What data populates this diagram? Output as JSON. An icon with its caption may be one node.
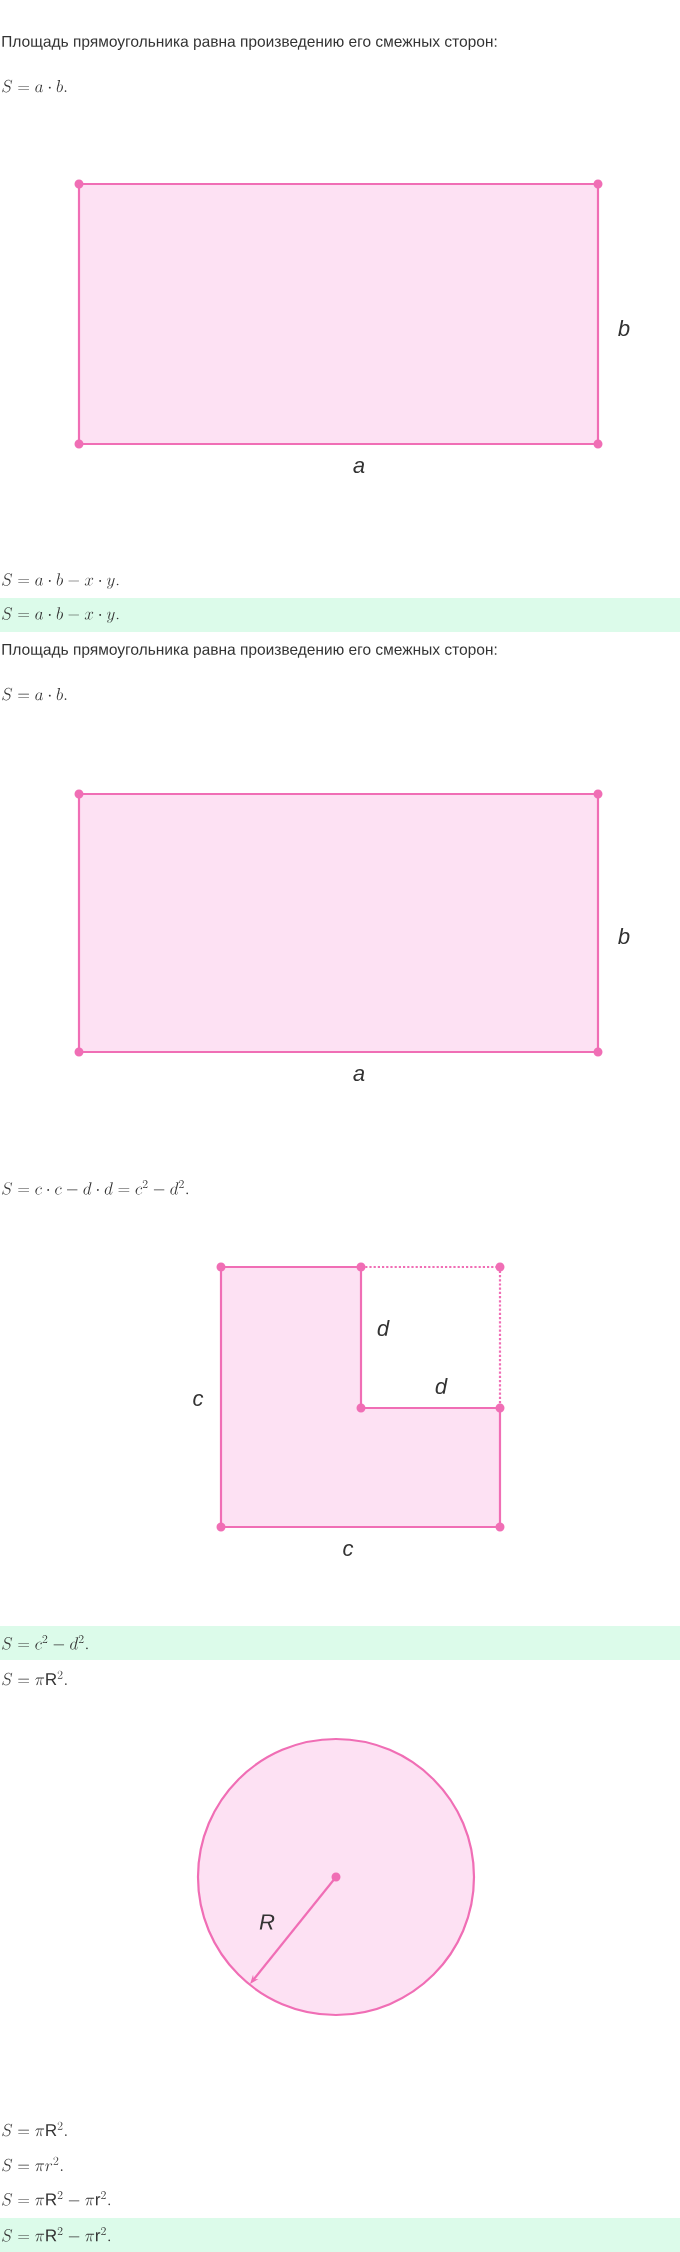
{
  "diagram": {
    "labels": [
      "Площадь прямоугольника равна произведению его смежных сторон:",
      "S = a \\cdot b.",
      "b",
      "a",
      "S = a \\cdot b - x \\cdot y.",
      "S = a \\cdot b - x \\cdot y.",
      "Площадь прямоугольника равна произведению его смежных сторон:",
      "S = a \\cdot b.",
      "b",
      "a",
      "S = c \\cdot c - d \\cdot d = c^{2} - d^{2}.",
      "d",
      "d",
      "c",
      "c",
      "S = c^{2} - d^{2}.",
      "S = \\pi \\mathrm{R}^{2}.",
      "R",
      "S = \\pi \\mathrm{R}^{2}.",
      "S = \\pi r^{2}.",
      "S = \\pi \\mathrm{R}^{2} - \\pi \\mathrm{r}^{2}.",
      "S = \\pi \\mathrm{R}^{2} - \\pi \\mathrm{r}^{2}."
    ]
  }
}
